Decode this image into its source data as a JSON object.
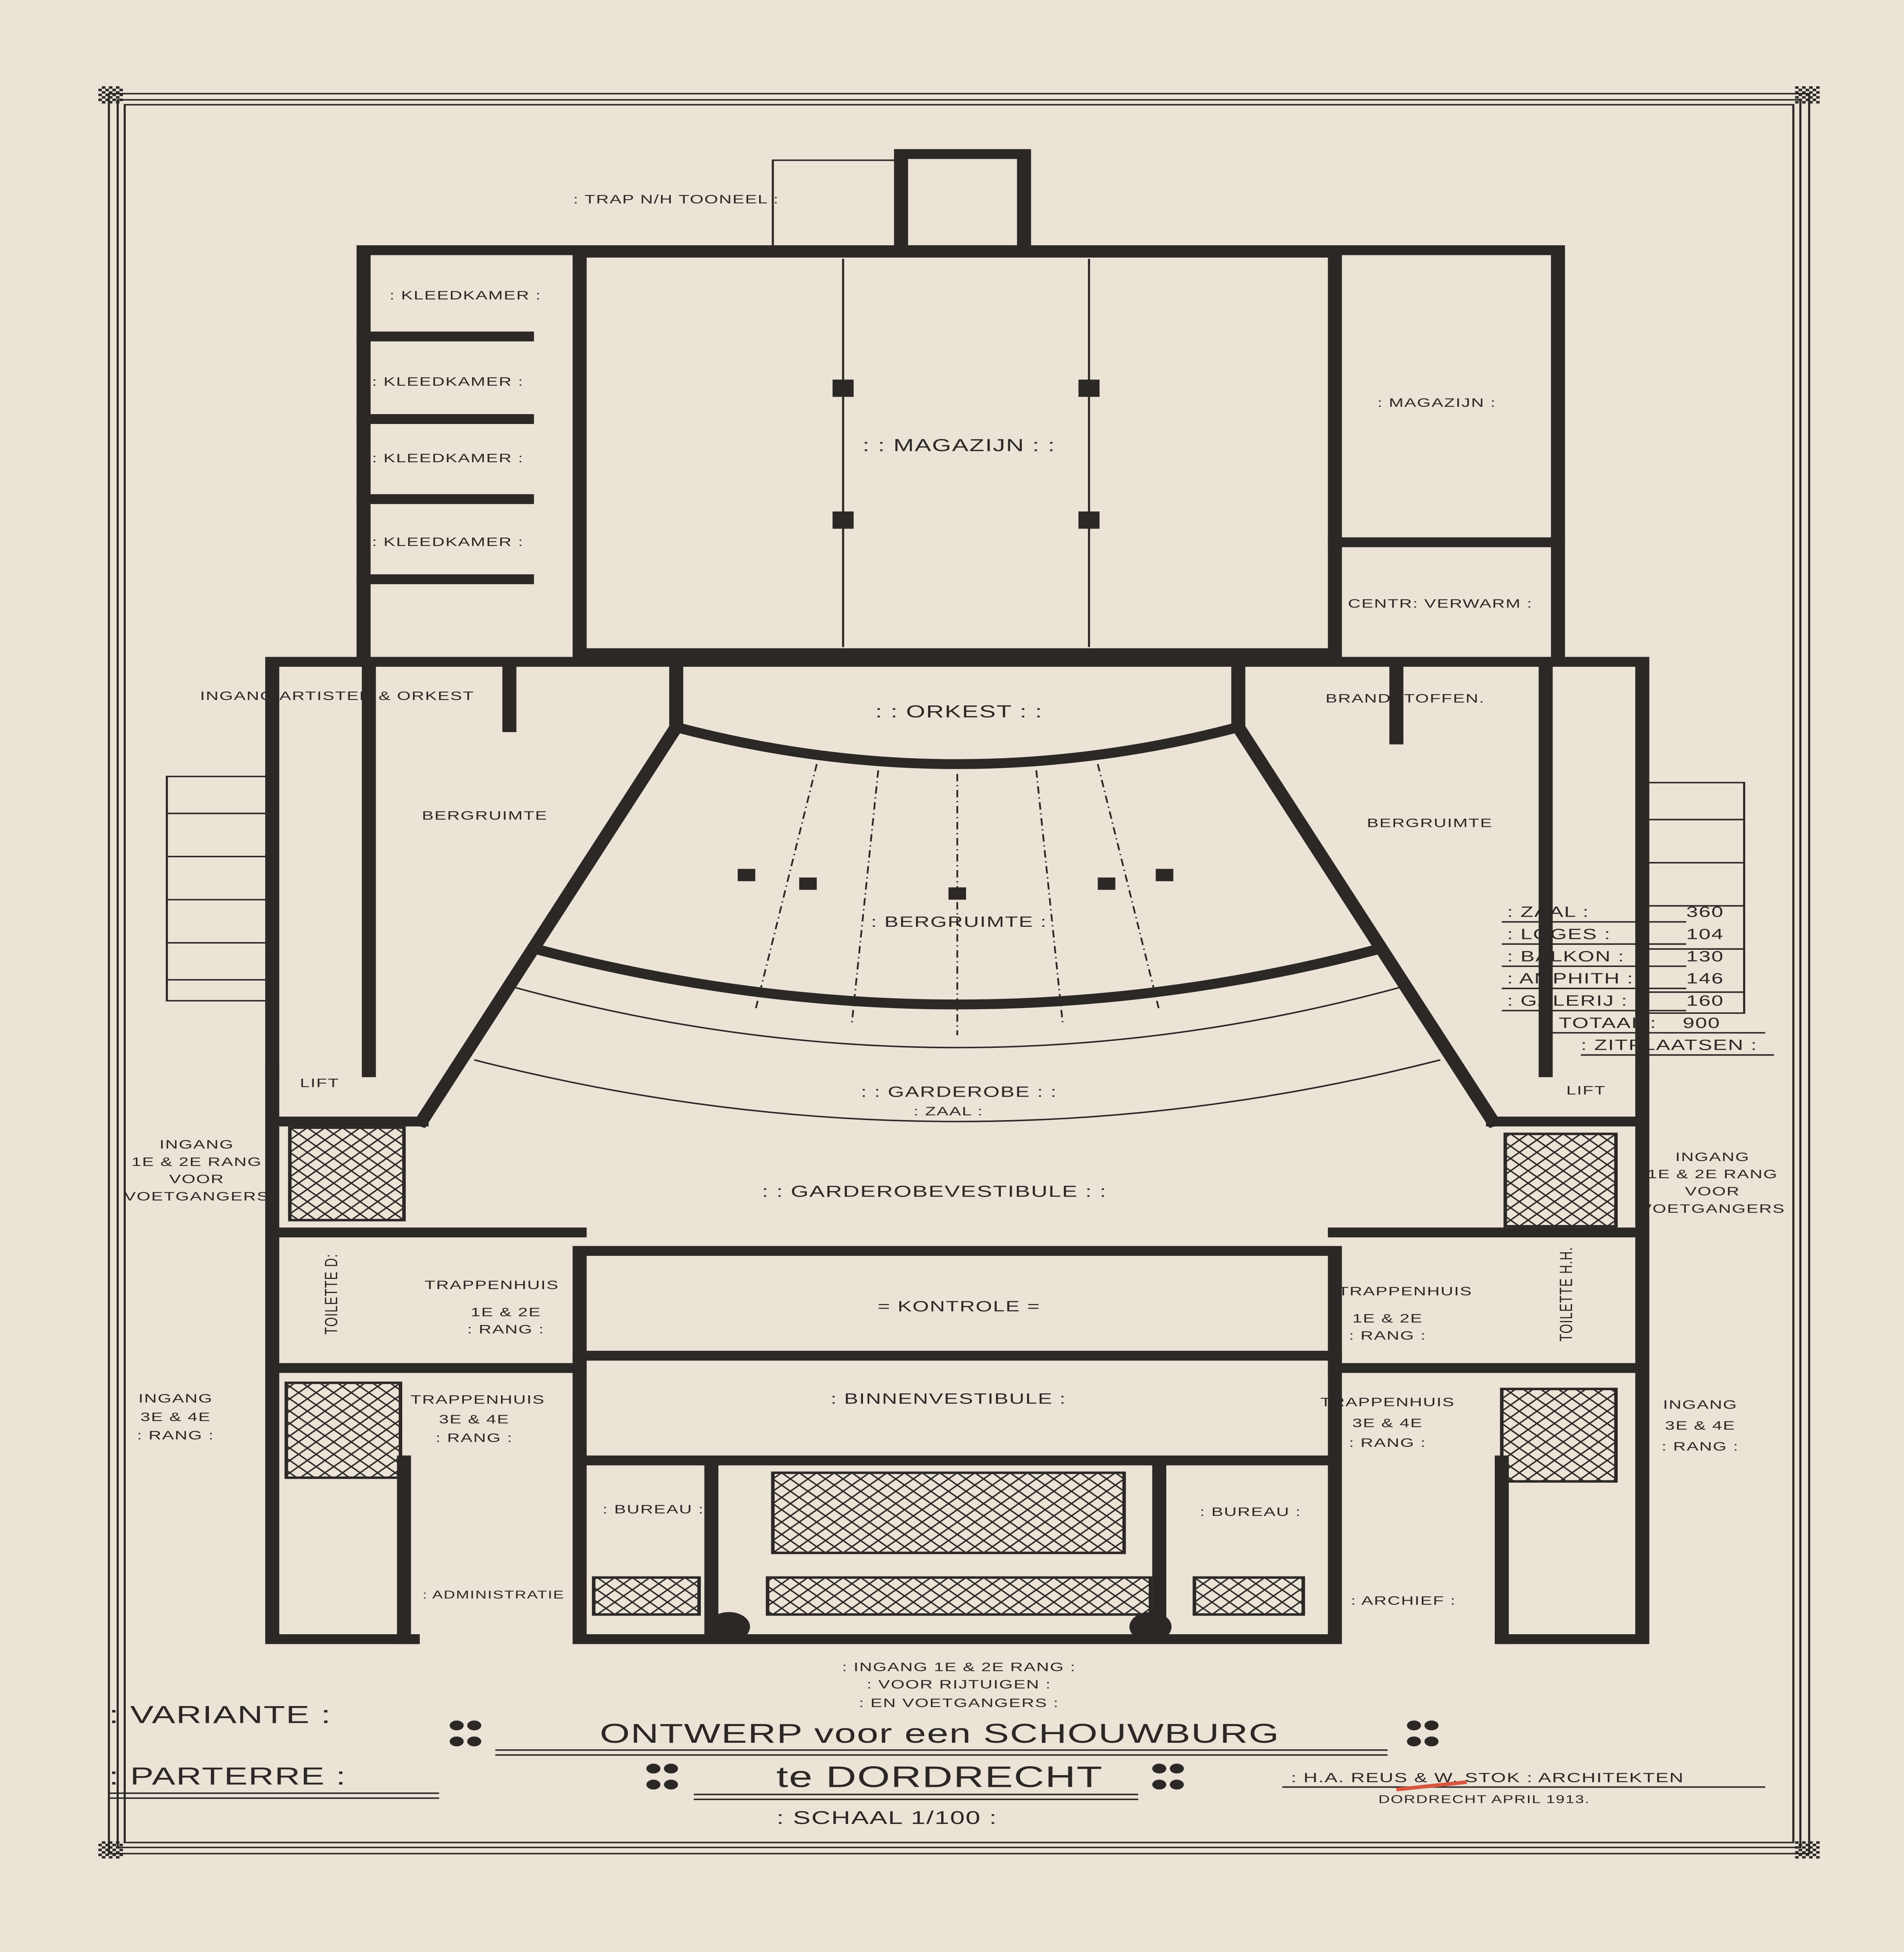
{
  "drawing": {
    "title_line1": "ONTWERP voor een SCHOUWBURG",
    "title_line2": "te DORDRECHT",
    "variant": ": VARIANTE :",
    "floor": ": PARTERRE :",
    "scale": ": SCHAAL 1/100 :",
    "architects": ": H.A. REUS & W. STOK : ARCHITEKTEN",
    "date": "DORDRECHT APRIL 1913."
  },
  "rooms": {
    "trap_toneel": ": TRAP N/H TOONEEL :",
    "kleedkamer": [
      ": KLEEDKAMER :",
      ": KLEEDKAMER :",
      ": KLEEDKAMER :",
      ": KLEEDKAMER :"
    ],
    "magazijn_center": ": : MAGAZIJN : :",
    "magazijn_right": ": MAGAZIJN :",
    "centr_verwarm": "CENTR: VERWARM :",
    "ingang_artisten": "INGANG ARTISTEN & ORKEST",
    "orkest": ": : ORKEST : :",
    "brandstoffen": "BRANDSTOFFEN.",
    "bergruimte_left": "BERGRUIMTE",
    "bergruimte_right": "BERGRUIMTE",
    "bergruimte_center": ": BERGRUIMTE :",
    "lift_left": "LIFT",
    "lift_right": "LIFT",
    "garderobe": ": : GARDEROBE : :",
    "zaal": ": ZAAL :",
    "garderobevestibule": ": : GARDEROBEVESTIBULE : :",
    "ingang_12_left": [
      "INGANG",
      "1E & 2E RANG",
      "VOOR",
      "VOETGANGERS"
    ],
    "ingang_12_right": [
      "INGANG",
      "1E & 2E RANG",
      "VOOR",
      "VOETGANGERS"
    ],
    "toilette_d": "TOILETTE D:",
    "toilette_hh": "TOILETTE H.H.",
    "trappenhuis_12_left": [
      "TRAPPENHUIS",
      "1E & 2E",
      ": RANG :"
    ],
    "trappenhuis_12_right": [
      "TRAPPENHUIS",
      "1E & 2E",
      ": RANG :"
    ],
    "kontrole": "= KONTROLE =",
    "binnenvestibule": ": BINNENVESTIBULE :",
    "ingang_34_left": [
      "INGANG",
      "3E & 4E",
      ": RANG :"
    ],
    "ingang_34_right": [
      "INGANG",
      "3E & 4E",
      ": RANG :"
    ],
    "trappenhuis_34_left": [
      "TRAPPENHUIS",
      "3E & 4E",
      ": RANG :"
    ],
    "trappenhuis_34_right": [
      "TRAPPENHUIS",
      "3E & 4E",
      ": RANG :"
    ],
    "bureau_left": ": BUREAU :",
    "bureau_right": ": BUREAU :",
    "administratie": ": ADMINISTRATIE",
    "archief": ": ARCHIEF :",
    "main_entrance": [
      ": INGANG 1E & 2E RANG :",
      ": VOOR RIJTUIGEN :",
      ": EN VOETGANGERS :"
    ]
  },
  "seating": {
    "rows": [
      {
        "label": ": ZAAL :",
        "value": "360"
      },
      {
        "label": ": LOGES :",
        "value": "104"
      },
      {
        "label": ": BALKON :",
        "value": "130"
      },
      {
        "label": ": AMPHITH :",
        "value": "146"
      },
      {
        "label": ": GALERIJ :",
        "value": "160"
      }
    ],
    "total_label": ": TOTAAL :",
    "total_value": "900",
    "unit": ": ZITPLAATSEN :"
  },
  "colors": {
    "paper": "#ebe3d6",
    "ink": "#2b2826",
    "red_pencil": "#d9553f"
  }
}
